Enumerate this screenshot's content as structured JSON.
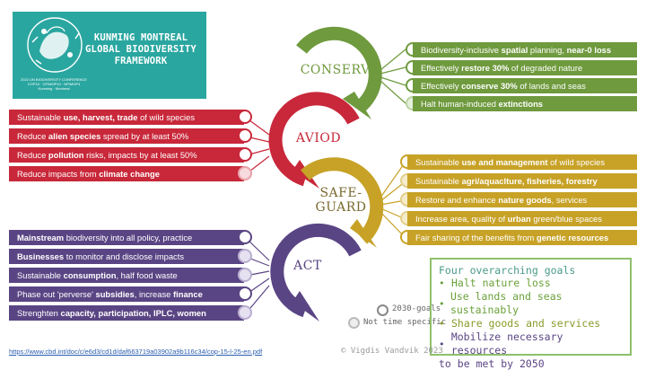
{
  "logo": {
    "title_lines": [
      "KUNMING MONTREAL",
      "GLOBAL BIODIVERSITY",
      "FRAMEWORK"
    ],
    "emblem_lines": [
      "2022 UN BIODIVERSITY CONFERENCE",
      "COP15 · CP/MOP10 · NP/MOP4",
      "Kunming · Montreal"
    ]
  },
  "cycle": {
    "conserve": "CONSERVE",
    "avoid": "AVIOD",
    "safeguard_line1": "SAFE-",
    "safeguard_line2": "GUARD",
    "act": "ACT"
  },
  "conserve_items": [
    {
      "pre": "Biodiversity-inclusive ",
      "b": "spatial",
      "mid": " planning, ",
      "b2": "near-0 loss"
    },
    {
      "pre": "Effectively ",
      "b": "restore 30%",
      "mid": " of degraded nature",
      "b2": ""
    },
    {
      "pre": "Effectively ",
      "b": "conserve 30%",
      "mid": " of lands and seas",
      "b2": ""
    },
    {
      "pre": "Halt human-induced ",
      "b": "extinctions",
      "mid": "",
      "b2": ""
    }
  ],
  "avoid_items": [
    {
      "pre": "Sustainable ",
      "b": "use, harvest, trade",
      "mid": " of wild species",
      "b2": ""
    },
    {
      "pre": "Reduce ",
      "b": "alien species",
      "mid": " spread by at least 50%",
      "b2": ""
    },
    {
      "pre": "Reduce ",
      "b": "pollution",
      "mid": " risks, impacts by at least 50%",
      "b2": ""
    },
    {
      "pre": "Reduce impacts from ",
      "b": "climate change",
      "mid": "",
      "b2": ""
    }
  ],
  "safeguard_items": [
    {
      "pre": "Sustainable ",
      "b": "use and management",
      "mid": " of wild species",
      "b2": ""
    },
    {
      "pre": "Sustainable ",
      "b": "agri/aquaclture, fisheries, forestry",
      "mid": "",
      "b2": ""
    },
    {
      "pre": "Restore and enhance ",
      "b": "nature goods",
      "mid": ", services",
      "b2": ""
    },
    {
      "pre": "Increase area, quality of ",
      "b": "urban",
      "mid": " green/blue spaces",
      "b2": ""
    },
    {
      "pre": "Fair sharing of the benefits from ",
      "b": "genetic resources",
      "mid": "",
      "b2": ""
    }
  ],
  "act_items": [
    {
      "pre": "",
      "b": "Mainstream",
      "mid": " biodiversity into all policy, practice",
      "b2": ""
    },
    {
      "pre": "",
      "b": "Businesses",
      "mid": " to monitor and disclose impacts",
      "b2": ""
    },
    {
      "pre": "Sustainable ",
      "b": "consumption",
      "mid": ", half food waste",
      "b2": ""
    },
    {
      "pre": "Phase out 'perverse' ",
      "b": "subsidies",
      "mid": ", increase ",
      "b2": "finance"
    },
    {
      "pre": "Strenghten ",
      "b": "capacity, participation, IPLC, women",
      "mid": "",
      "b2": ""
    }
  ],
  "legend": {
    "goals_2030": "2030-goals",
    "not_time_specific": "Not time specific"
  },
  "goals": {
    "title": "Four overarching goals",
    "items": [
      "Halt nature loss",
      "Use lands and seas sustainably",
      "Share goods and services",
      "Mobilize necessary resources"
    ],
    "footer": "to be met by 2050"
  },
  "source_link": "https://www.cbd.int/doc/c/e6d3/cd1d/daf663719a03902a9b116c34/cop-15-l-25-en.pdf",
  "copyright": "© Vigdis Vandvik 2023",
  "colors": {
    "green": "#6f9a3e",
    "red": "#c8283a",
    "gold": "#c7a227",
    "purple": "#5a4584",
    "teal": "#2aa6a0"
  }
}
